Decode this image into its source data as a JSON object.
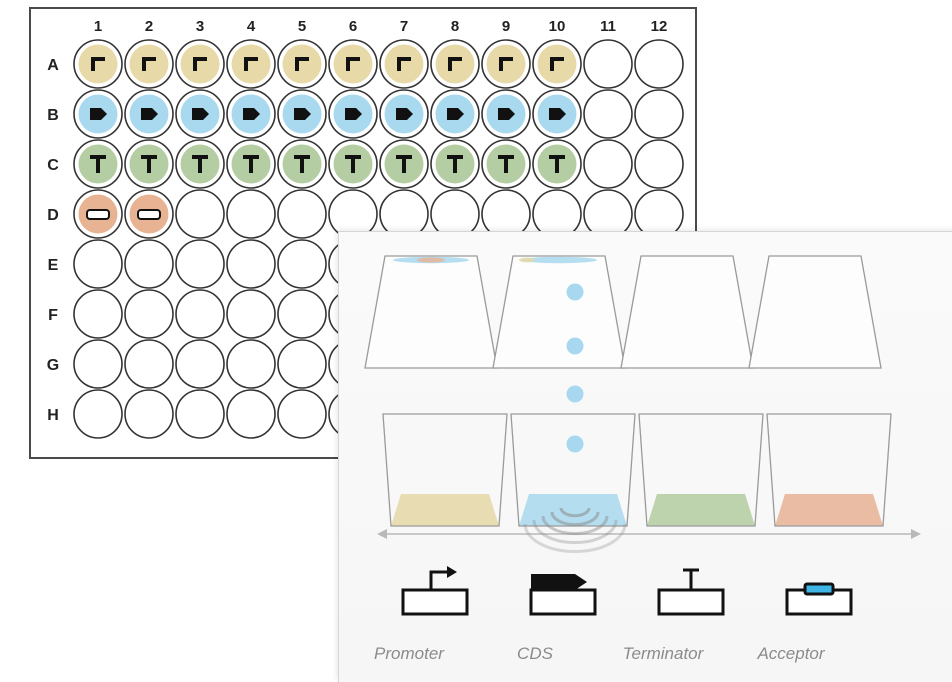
{
  "plate": {
    "columns": [
      "1",
      "2",
      "3",
      "4",
      "5",
      "6",
      "7",
      "8",
      "9",
      "10",
      "11",
      "12"
    ],
    "rows": [
      "A",
      "B",
      "C",
      "D",
      "E",
      "F",
      "G",
      "H"
    ],
    "filled_rows": [
      {
        "row": "A",
        "count": 10,
        "part": "promoter",
        "color": "#e8d9a8"
      },
      {
        "row": "B",
        "count": 10,
        "part": "cds",
        "color": "#a9d9ef"
      },
      {
        "row": "C",
        "count": 10,
        "part": "terminator",
        "color": "#b5cda3"
      },
      {
        "row": "D",
        "count": 2,
        "part": "acceptor",
        "color": "#e8b392"
      }
    ],
    "outline_color": "#333333"
  },
  "transfer": {
    "source_plate_wells": 4,
    "destination_plate_wells": 4,
    "droplet_color": "#a8d8ef",
    "liquid_colors": [
      "#e5d8a6",
      "#a8d8ef",
      "#b3cca0",
      "#e8b194"
    ]
  },
  "parts": [
    {
      "icon": "promoter-icon",
      "label": "Promoter"
    },
    {
      "icon": "cds-icon",
      "label": "CDS"
    },
    {
      "icon": "terminator-icon",
      "label": "Terminator"
    },
    {
      "icon": "acceptor-icon",
      "label": "Acceptor"
    }
  ]
}
